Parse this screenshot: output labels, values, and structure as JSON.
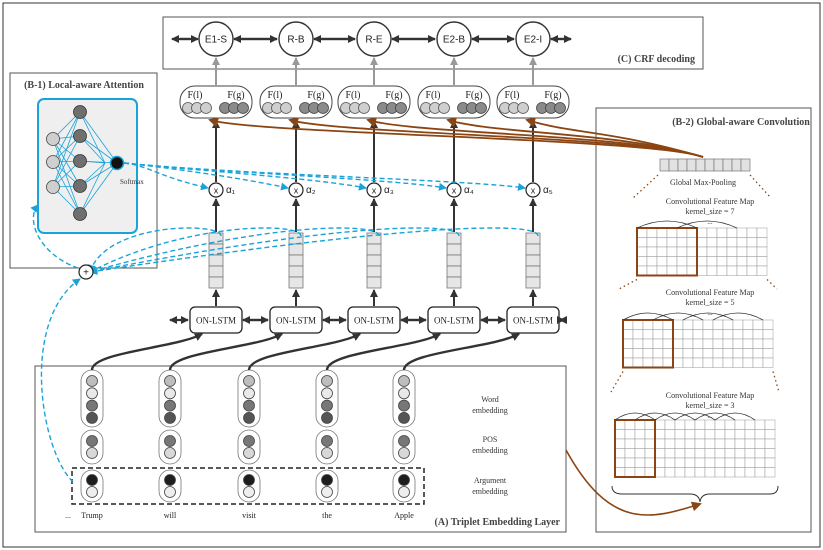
{
  "panels": {
    "crf": {
      "title": "(C) CRF decoding"
    },
    "local": {
      "title": "(B-1) Local-aware Attention",
      "softmax": "Softmax"
    },
    "global": {
      "title": "(B-2) Global-aware Convolution",
      "pool": "Global Max-Pooling"
    },
    "embedding": {
      "title": "(A) Triplet Embedding Layer"
    }
  },
  "tags": [
    "E1-S",
    "R-B",
    "R-E",
    "E2-B",
    "E2-I"
  ],
  "alphas": [
    "α₁",
    "α₂",
    "α₃",
    "α₄",
    "α₅"
  ],
  "feature": {
    "local": "F(l)",
    "global": "F(g)"
  },
  "lstm_label": "ON-LSTM",
  "words": [
    "Trump",
    "will",
    "visit",
    "the",
    "Apple"
  ],
  "ellipsis": "...",
  "embedding_labels": {
    "word": [
      "Word",
      "embedding"
    ],
    "pos": [
      "POS",
      "embedding"
    ],
    "arg": [
      "Argument",
      "embedding"
    ]
  },
  "conv_maps": [
    {
      "title": "Convolutional Feature Map",
      "kernel": "kernel_size = 7"
    },
    {
      "title": "Convolutional Feature Map",
      "kernel": "kernel_size = 5"
    },
    {
      "title": "Convolutional Feature Map",
      "kernel": "kernel_size = 3"
    }
  ],
  "colors": {
    "brown": "#8b4513",
    "cyan": "#1aa3d9",
    "gray": "#999999",
    "dark": "#333333"
  }
}
